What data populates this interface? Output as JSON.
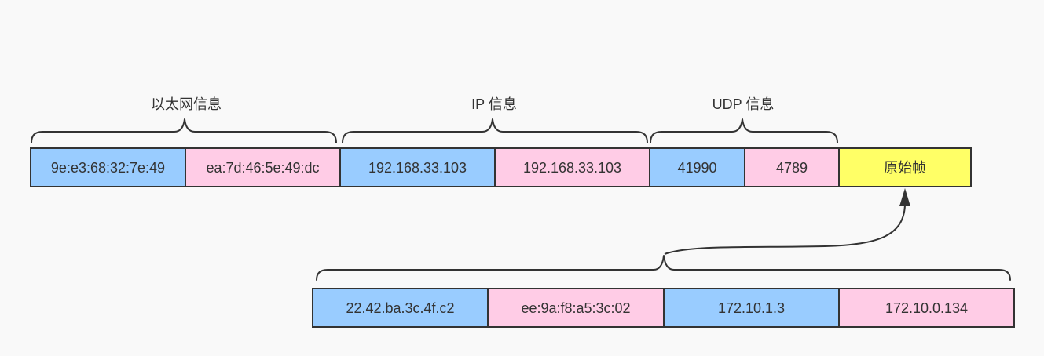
{
  "colors": {
    "blue": "#99ccff",
    "pink": "#ffcce6",
    "yellow": "#ffff66",
    "stroke": "#333333",
    "text": "#333333",
    "background": "#f9f9f9"
  },
  "outer_frame": {
    "groups": [
      {
        "label": "以太网信息"
      },
      {
        "label": "IP 信息"
      },
      {
        "label": "UDP 信息"
      }
    ],
    "cells": [
      {
        "text": "9e:e3:68:32:7e:49",
        "color": "blue"
      },
      {
        "text": "ea:7d:46:5e:49:dc",
        "color": "pink"
      },
      {
        "text": "192.168.33.103",
        "color": "blue"
      },
      {
        "text": "192.168.33.103",
        "color": "pink"
      },
      {
        "text": "41990",
        "color": "blue"
      },
      {
        "text": "4789",
        "color": "pink"
      },
      {
        "text": "原始帧",
        "color": "yellow"
      }
    ]
  },
  "inner_frame": {
    "cells": [
      {
        "text": "22.42.ba.3c.4f.c2",
        "color": "blue"
      },
      {
        "text": "ee:9a:f8:a5:3c:02",
        "color": "pink"
      },
      {
        "text": "172.10.1.3",
        "color": "blue"
      },
      {
        "text": "172.10.0.134",
        "color": "pink"
      }
    ]
  }
}
